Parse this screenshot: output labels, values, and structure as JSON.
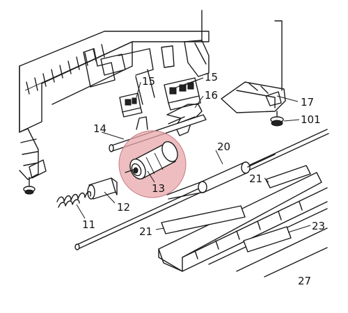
{
  "diagram": {
    "highlight_color": "#e8a7aa",
    "callouts": [
      {
        "id": "c15a",
        "label": "15"
      },
      {
        "id": "c15b",
        "label": "15"
      },
      {
        "id": "c16",
        "label": "16"
      },
      {
        "id": "c17",
        "label": "17"
      },
      {
        "id": "c101",
        "label": "101"
      },
      {
        "id": "c14",
        "label": "14"
      },
      {
        "id": "c20",
        "label": "20"
      },
      {
        "id": "c21a",
        "label": "21"
      },
      {
        "id": "c13",
        "label": "13"
      },
      {
        "id": "c12",
        "label": "12"
      },
      {
        "id": "c11",
        "label": "11"
      },
      {
        "id": "c21b",
        "label": "21"
      },
      {
        "id": "c23",
        "label": "23"
      },
      {
        "id": "c27",
        "label": "27"
      }
    ]
  }
}
